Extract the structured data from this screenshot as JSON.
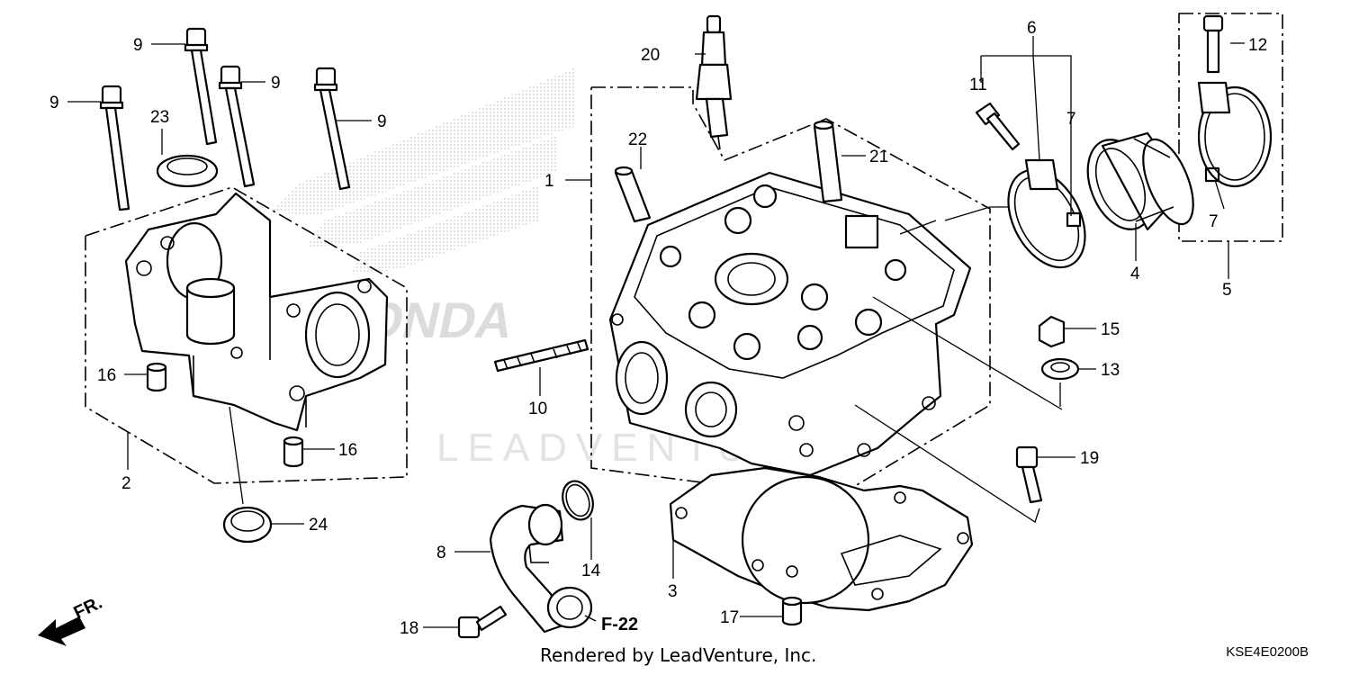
{
  "diagram": {
    "labels": {
      "p1": "1",
      "p2": "2",
      "p3": "3",
      "p4": "4",
      "p5": "5",
      "p6": "6",
      "p7a": "7",
      "p7b": "7",
      "p8": "8",
      "p9a": "9",
      "p9b": "9",
      "p9c": "9",
      "p9d": "9",
      "p10": "10",
      "p11": "11",
      "p12": "12",
      "p13": "13",
      "p14": "14",
      "p15": "15",
      "p16a": "16",
      "p16b": "16",
      "p17": "17",
      "p18": "18",
      "p19": "19",
      "p20": "20",
      "p21": "21",
      "p22": "22",
      "p23": "23",
      "p24": "24"
    },
    "reference": "F-22",
    "front_marker": "FR.",
    "watermark_brand": "HONDA",
    "watermark_vendor": "LEADVENTURE",
    "footer": "Rendered by LeadVenture, Inc.",
    "diagram_code": "KSE4E0200B"
  }
}
